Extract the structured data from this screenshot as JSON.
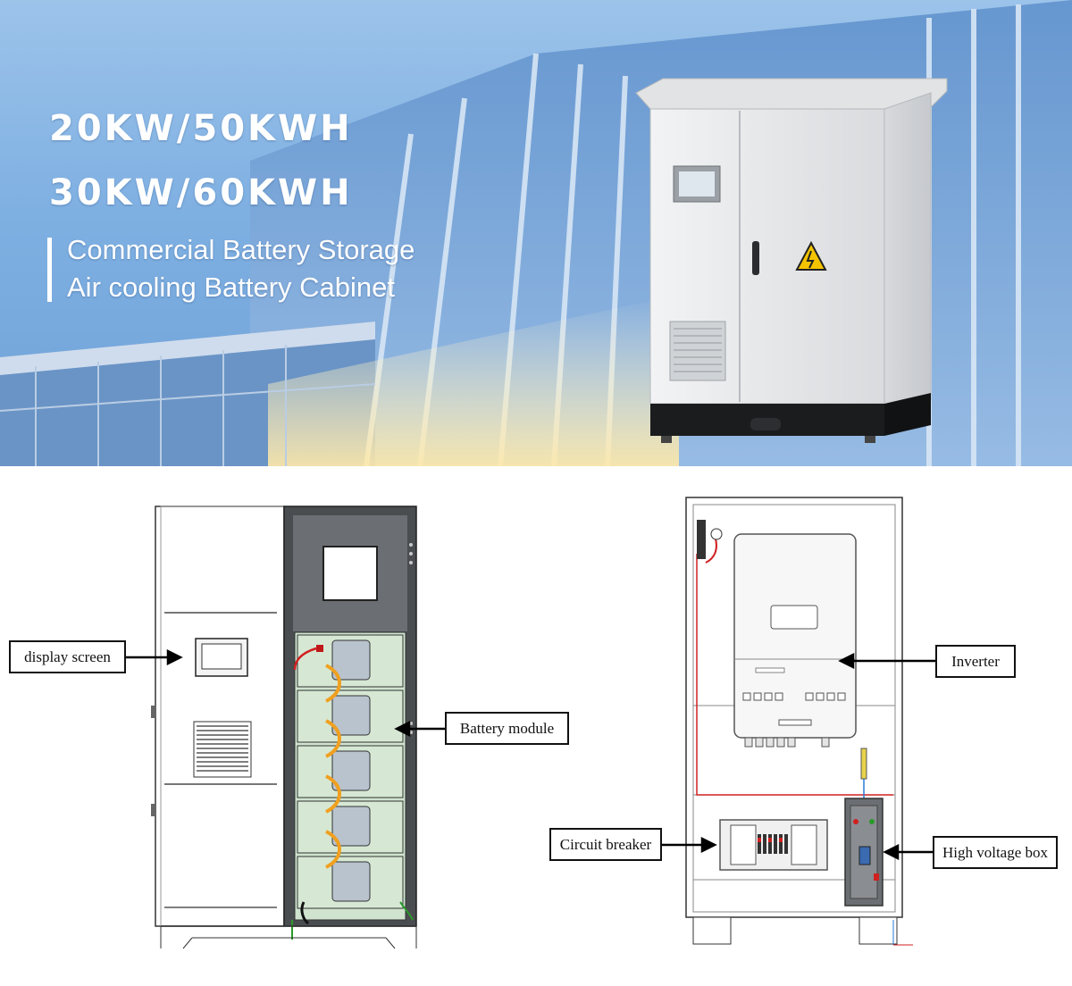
{
  "banner": {
    "headline_1": "20KW/50KWH",
    "headline_2": "30KW/60KWH",
    "subtitle_1": "Commercial Battery Storage",
    "subtitle_2": "Air cooling Battery Cabinet"
  },
  "left_diagram": {
    "callouts": {
      "display_screen": "display screen",
      "battery_module": "Battery module"
    }
  },
  "right_diagram": {
    "callouts": {
      "inverter": "Inverter",
      "circuit_breaker": "Circuit breaker",
      "high_voltage_box": "High voltage box"
    }
  },
  "colors": {
    "sky": "#7fb0e2",
    "cabinet": "#e6e7e9",
    "battery_green": "#cfe3cf",
    "warning_yellow": "#f5c400"
  }
}
